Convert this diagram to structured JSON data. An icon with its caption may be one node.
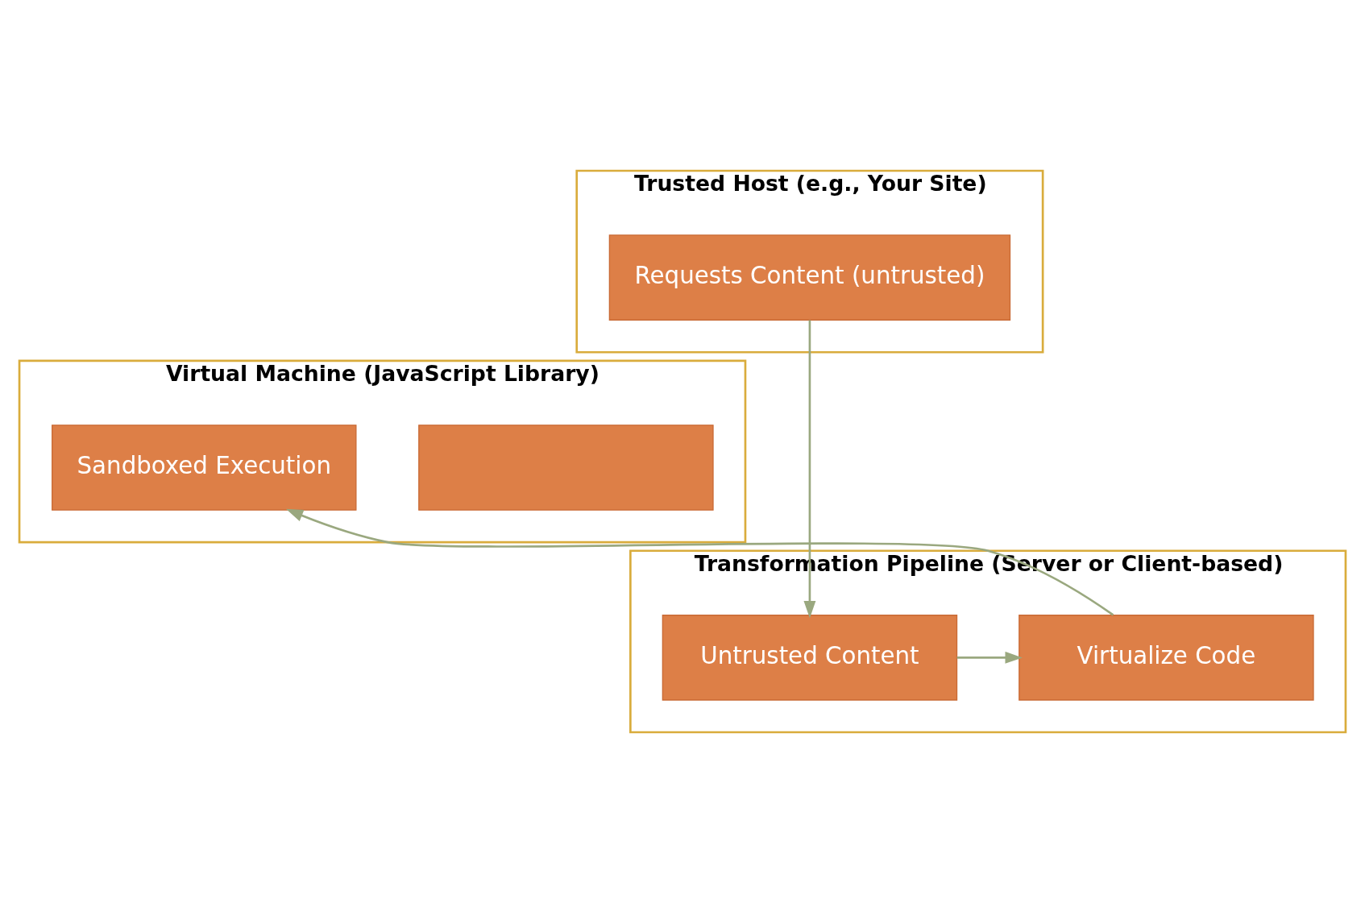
{
  "diagram": {
    "nodes": [
      {
        "text": [
          "Trusted Host (e.g., Your Site)"
        ]
      },
      {
        "text": [
          "Requests Content (untrusted)"
        ],
        "in": 0
      },
      {
        "text": [
          "Virtual Machine (JavaScript Library)"
        ]
      },
      {
        "text": [],
        "shape": "box",
        "in": 2
      },
      {
        "text": [
          "Sandboxed Execution"
        ],
        "in": 2
      },
      {
        "text": [
          "Transformation Pipeline (Server or Client-based)"
        ]
      },
      {
        "text": [
          "Untrusted Content"
        ],
        "in": 5
      },
      {
        "text": [
          "Virtualize Code"
        ],
        "in": 5
      }
    ],
    "edges": [
      {
        "from": 1,
        "to": 6,
        "arrow": "to"
      },
      {
        "from": 6,
        "to": 7,
        "arrow": "to"
      },
      {
        "from": 7,
        "to": 4,
        "arrow": "to"
      }
    ]
  }
}
